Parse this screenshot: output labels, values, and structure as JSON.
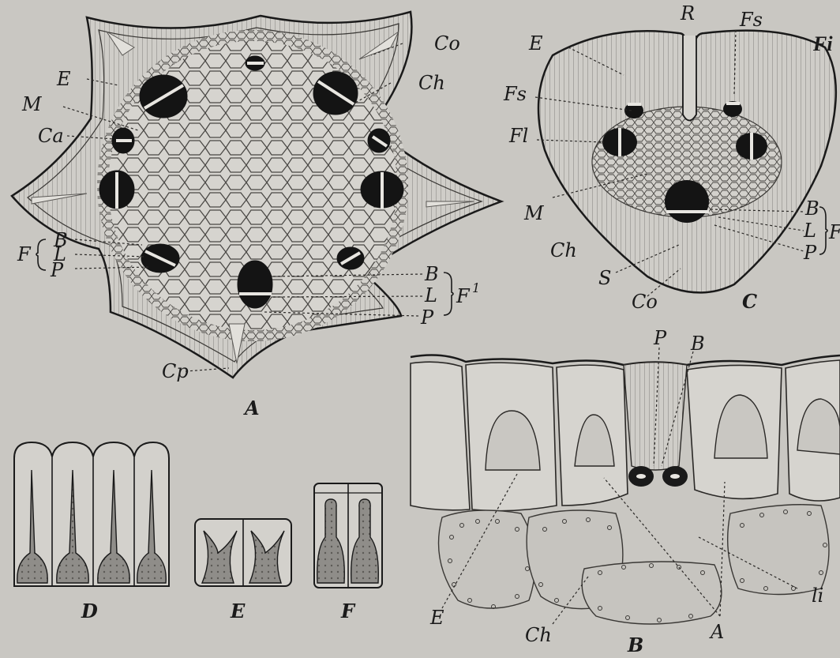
{
  "figure_corner_label": "Fi",
  "panels": {
    "A": {
      "label": "A",
      "labels": {
        "Co": "Co",
        "E": "E",
        "Ch": "Ch",
        "M": "M",
        "Ca": "Ca",
        "F": "F",
        "B": "B",
        "L": "L",
        "P": "P",
        "B2": "B",
        "L2": "L",
        "P2": "P",
        "F1": "F",
        "F1_sup": "1",
        "Cp": "Cp"
      }
    },
    "C": {
      "label": "C",
      "labels": {
        "R": "R",
        "Fs1": "Fs",
        "Fs2": "Fs",
        "E": "E",
        "Fl": "Fl",
        "M": "M",
        "Ch": "Ch",
        "S": "S",
        "Co": "Co",
        "B": "B",
        "L": "L",
        "P": "P",
        "F": "F"
      }
    },
    "B": {
      "label": "B",
      "labels": {
        "P": "P",
        "B": "B",
        "E": "E",
        "Ch": "Ch",
        "A": "A",
        "li": "li"
      }
    },
    "D": {
      "label": "D"
    },
    "E": {
      "label": "E"
    },
    "F": {
      "label": "F"
    }
  },
  "colors": {
    "paper": "#c9c7c2",
    "ink": "#1a1a1a",
    "shade": "#8c8a86"
  }
}
